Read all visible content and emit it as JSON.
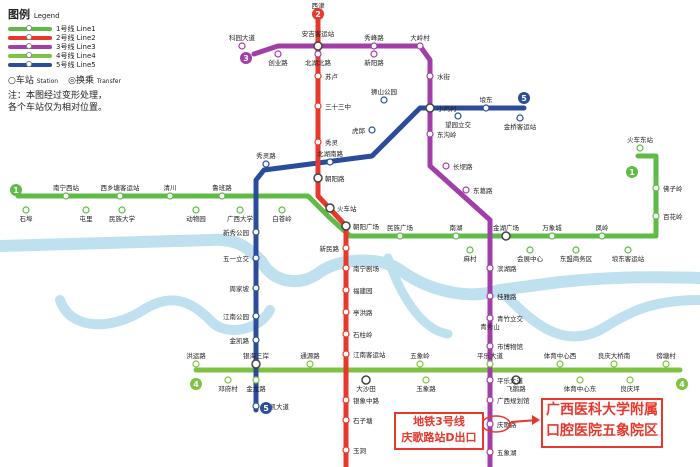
{
  "legend": {
    "title": "图例",
    "title_en": "Legend",
    "lines": [
      {
        "label": "1号线 Line1",
        "color": "#5dbb46"
      },
      {
        "label": "2号线 Line2",
        "color": "#e8372c"
      },
      {
        "label": "3号线 Line3",
        "color": "#a23ea8"
      },
      {
        "label": "4号线 Line4",
        "color": "#7ec242"
      },
      {
        "label": "5号线 Line5",
        "color": "#2b4c9b"
      }
    ],
    "station": "车站",
    "station_en": "Station",
    "transfer": "换乘",
    "transfer_en": "Transfer",
    "note1": "注：本图经过变形处理，",
    "note2": "各个车站仅为相对位置。"
  },
  "lines": [
    {
      "id": "1",
      "color": "#5dbb46"
    },
    {
      "id": "2",
      "color": "#e8372c"
    },
    {
      "id": "3",
      "color": "#a23ea8"
    },
    {
      "id": "4",
      "color": "#7ec242"
    },
    {
      "id": "5",
      "color": "#2b4c9b"
    }
  ],
  "river_color": "#bfe1ef",
  "stations": [
    {
      "name": "西津",
      "line": "2"
    },
    {
      "name": "科园大道",
      "line": "3"
    },
    {
      "name": "安吉客运站",
      "line": "2,3"
    },
    {
      "name": "秀峰路",
      "line": "3"
    },
    {
      "name": "大岭村",
      "line": "3"
    },
    {
      "name": "创业路",
      "line": "3"
    },
    {
      "name": "北湖北路",
      "line": "3"
    },
    {
      "name": "新阳路",
      "line": "3"
    },
    {
      "name": "苏卢",
      "line": "2"
    },
    {
      "name": "三十三中",
      "line": "2"
    },
    {
      "name": "秀灵",
      "line": "2"
    },
    {
      "name": "水街",
      "line": "3"
    },
    {
      "name": "狮山公园",
      "line": "5"
    },
    {
      "name": "小鸡村",
      "line": "3,5"
    },
    {
      "name": "埌东",
      "line": "5"
    },
    {
      "name": "望园立交",
      "line": "5"
    },
    {
      "name": "金桥客运站",
      "line": "5"
    },
    {
      "name": "东沟岭",
      "line": "3"
    },
    {
      "name": "虎邱",
      "line": "5"
    },
    {
      "name": "长堽路",
      "line": "3"
    },
    {
      "name": "秀灵路",
      "line": "5"
    },
    {
      "name": "北湖南路",
      "line": "5"
    },
    {
      "name": "东葛路",
      "line": "3"
    },
    {
      "name": "朝阳路",
      "line": "2,5"
    },
    {
      "name": "火车东站",
      "line": "1"
    },
    {
      "name": "石埠",
      "line": "1"
    },
    {
      "name": "南宁西站",
      "line": "1"
    },
    {
      "name": "西乡塘客运站",
      "line": "1"
    },
    {
      "name": "清川",
      "line": "1"
    },
    {
      "name": "鲁班路",
      "line": "1"
    },
    {
      "name": "佛子岭",
      "line": "1"
    },
    {
      "name": "屯里",
      "line": "1"
    },
    {
      "name": "民族大学",
      "line": "1"
    },
    {
      "name": "动物园",
      "line": "1"
    },
    {
      "name": "广西大学",
      "line": "1"
    },
    {
      "name": "白苍岭",
      "line": "1"
    },
    {
      "name": "火车站",
      "line": "1,2"
    },
    {
      "name": "百花岭",
      "line": "1"
    },
    {
      "name": "新秀公园",
      "line": "5"
    },
    {
      "name": "朝阳广场",
      "line": "1,2"
    },
    {
      "name": "民族广场",
      "line": "1"
    },
    {
      "name": "南湖",
      "line": "1"
    },
    {
      "name": "金湖广场",
      "line": "1,3"
    },
    {
      "name": "新民路",
      "line": "2"
    },
    {
      "name": "麻村",
      "line": "1"
    },
    {
      "name": "会展中心",
      "line": "1"
    },
    {
      "name": "万象城",
      "line": "1"
    },
    {
      "name": "凤岭",
      "line": "1"
    },
    {
      "name": "东盟商务区",
      "line": "1"
    },
    {
      "name": "埌东客运站",
      "line": "1"
    },
    {
      "name": "五一立交",
      "line": "5"
    },
    {
      "name": "南宁剧场",
      "line": "2"
    },
    {
      "name": "滨湖路",
      "line": "3"
    },
    {
      "name": "周家坡",
      "line": "5"
    },
    {
      "name": "福建园",
      "line": "2"
    },
    {
      "name": "桂雅路",
      "line": "3"
    },
    {
      "name": "亭洪路",
      "line": "2"
    },
    {
      "name": "青竹立交",
      "line": "3"
    },
    {
      "name": "江南公园",
      "line": "5"
    },
    {
      "name": "石柱岭",
      "line": "2"
    },
    {
      "name": "青秀山",
      "line": "3"
    },
    {
      "name": "金凯路",
      "line": "5"
    },
    {
      "name": "江南客运站",
      "line": "2"
    },
    {
      "name": "市博物馆",
      "line": "3"
    },
    {
      "name": "洪运路",
      "line": "4"
    },
    {
      "name": "银海三岸",
      "line": "4,5"
    },
    {
      "name": "通源路",
      "line": "4"
    },
    {
      "name": "五象岭",
      "line": "4"
    },
    {
      "name": "平乐大道",
      "line": "4"
    },
    {
      "name": "体育中心西",
      "line": "4"
    },
    {
      "name": "良庆大桥南",
      "line": "4"
    },
    {
      "name": "傍塘村",
      "line": "4"
    },
    {
      "name": "邓府村",
      "line": "4"
    },
    {
      "name": "金龙路",
      "line": "4"
    },
    {
      "name": "大沙田",
      "line": "2,4"
    },
    {
      "name": "玉象路",
      "line": "4"
    },
    {
      "name": "飞鹅路",
      "line": "3,4"
    },
    {
      "name": "体育中心东",
      "line": "4"
    },
    {
      "name": "良庆坪",
      "line": "4"
    },
    {
      "name": "平乐大道",
      "line": "3"
    },
    {
      "name": "广西规划馆",
      "line": "3"
    },
    {
      "name": "国凯大道",
      "line": "5"
    },
    {
      "name": "银象中路",
      "line": "2"
    },
    {
      "name": "石子塘",
      "line": "2"
    },
    {
      "name": "庆歌路",
      "line": "3"
    },
    {
      "name": "玉洞",
      "line": "2"
    },
    {
      "name": "五象湖",
      "line": "3"
    }
  ],
  "notes": {
    "metro_exit_line1": "地铁3号线",
    "metro_exit_line2": "庆歌路站D出口",
    "hospital_line1": "广西医科大学附属",
    "hospital_line2": "口腔医院五象院区"
  }
}
